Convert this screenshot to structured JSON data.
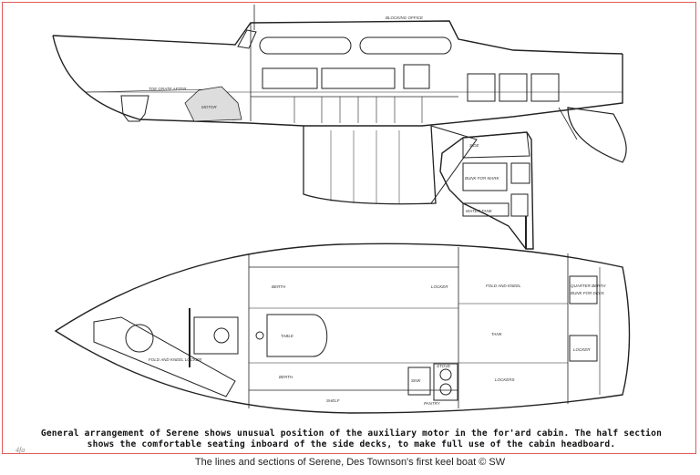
{
  "caption": {
    "line1": "General arrangement of Serene shows unusual position of the auxiliary motor in the for'ard cabin. The half section",
    "line2": "shows the comfortable seating inboard of the side decks, to make full use of the cabin headboard."
  },
  "footer": {
    "text": "The lines and sections of Serene, Des Townson's first keel boat © SW"
  },
  "corner_mark": "4fa",
  "labels": {
    "profile_top": "BLOCKING OFFICE",
    "profile_lower": "TOE GRATE AFTER",
    "profile_motor": "MOTOR",
    "section_a": "SIDE",
    "section_b": "BUNK FOR MARK",
    "section_c": "WATER TANK",
    "plan_a": "BERTH",
    "plan_b": "LOCKER",
    "plan_c": "FOLD AND KNEEL",
    "plan_d": "TABLE",
    "plan_e": "FOLD AND KNEEL LOCKER",
    "plan_f": "TANK",
    "plan_g": "BERTH",
    "plan_h": "SHELF",
    "plan_i": "PANTRY",
    "plan_j": "SINK",
    "plan_k": "STOVE",
    "plan_l": "QUARTER BERTH",
    "plan_m": "BUNK FOR DECK",
    "plan_n": "LOCKER",
    "plan_o": "LOCKERS"
  }
}
